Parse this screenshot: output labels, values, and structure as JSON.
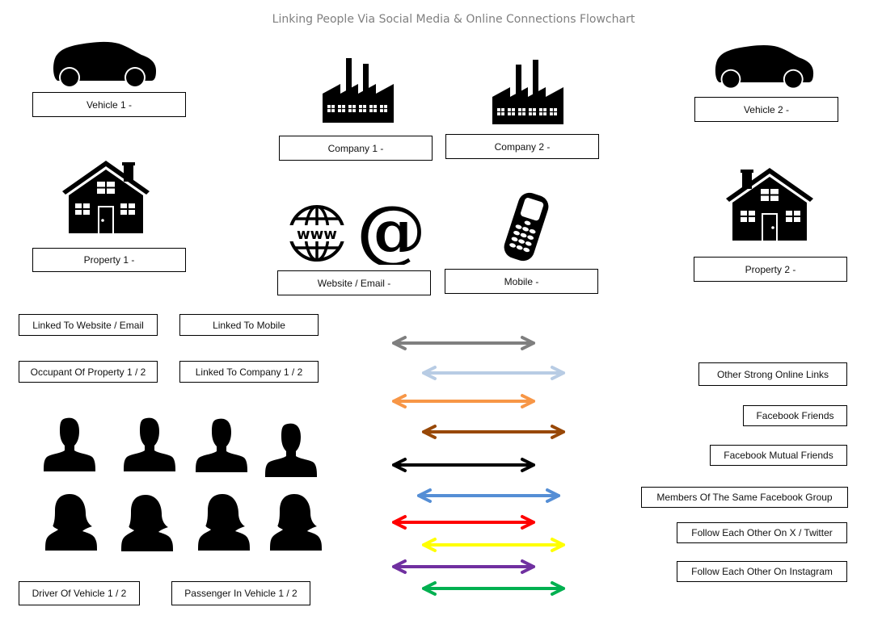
{
  "title": "Linking People Via Social Media & Online Connections Flowchart",
  "entities": {
    "vehicle1": "Vehicle 1 -",
    "vehicle2": "Vehicle 2 -",
    "company1": "Company 1 -",
    "company2": "Company 2 -",
    "property1": "Property 1 -",
    "property2": "Property 2 -",
    "website_email": "Website / Email -",
    "mobile": "Mobile -"
  },
  "relation_labels": {
    "linked_website_email": "Linked To Website / Email",
    "linked_mobile": "Linked To Mobile",
    "occupant_property": "Occupant Of Property 1 / 2",
    "linked_company": "Linked To Company 1 / 2",
    "driver_vehicle": "Driver Of Vehicle 1 / 2",
    "passenger_vehicle": "Passenger In Vehicle 1 / 2"
  },
  "people": {
    "male_count": 4,
    "female_count": 4
  },
  "link_legend": [
    {
      "label": "Other Strong Online Links",
      "color": "#7f7f7f"
    },
    {
      "label": "Facebook Friends",
      "color": "#b8cce4"
    },
    {
      "label": "Facebook Mutual Friends",
      "color": "#f79646"
    },
    {
      "label": "Members Of The Same Facebook Group",
      "color": "#984807"
    },
    {
      "label": "Follow Each Other On X / Twitter",
      "color": "#000000"
    },
    {
      "label": "Follow Each Other On Instagram",
      "color": "#558ed5"
    }
  ],
  "arrow_colors": [
    "#7f7f7f",
    "#b8cce4",
    "#f79646",
    "#984807",
    "#000000",
    "#558ed5",
    "#ff0000",
    "#ffff00",
    "#7030a0",
    "#00b050"
  ]
}
